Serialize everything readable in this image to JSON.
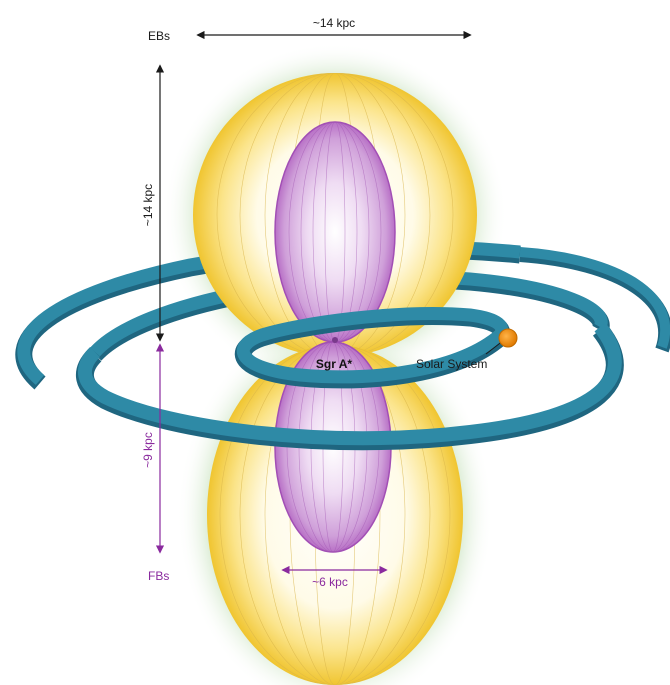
{
  "labels": {
    "ebs": "EBs",
    "fbs": "FBs",
    "ebs_width": "~14 kpc",
    "ebs_height": "~14 kpc",
    "fbs_height": "~9 kpc",
    "fbs_width": "~6 kpc",
    "center": "Sgr A*",
    "solar_system": "Solar System"
  },
  "colors": {
    "erosita_bubble": "#f0c83a",
    "erosita_glow": "#9cc89a",
    "fermi_bubble": "#b86cc8",
    "galaxy_arm": "#2e8aa6",
    "galaxy_arm_dark": "#1f6680",
    "sun": "#f08a10",
    "purple_text": "#8a2a9e",
    "black_text": "#1a1a1a"
  },
  "icons": {
    "solar_system_marker": "orange-dot-icon"
  }
}
